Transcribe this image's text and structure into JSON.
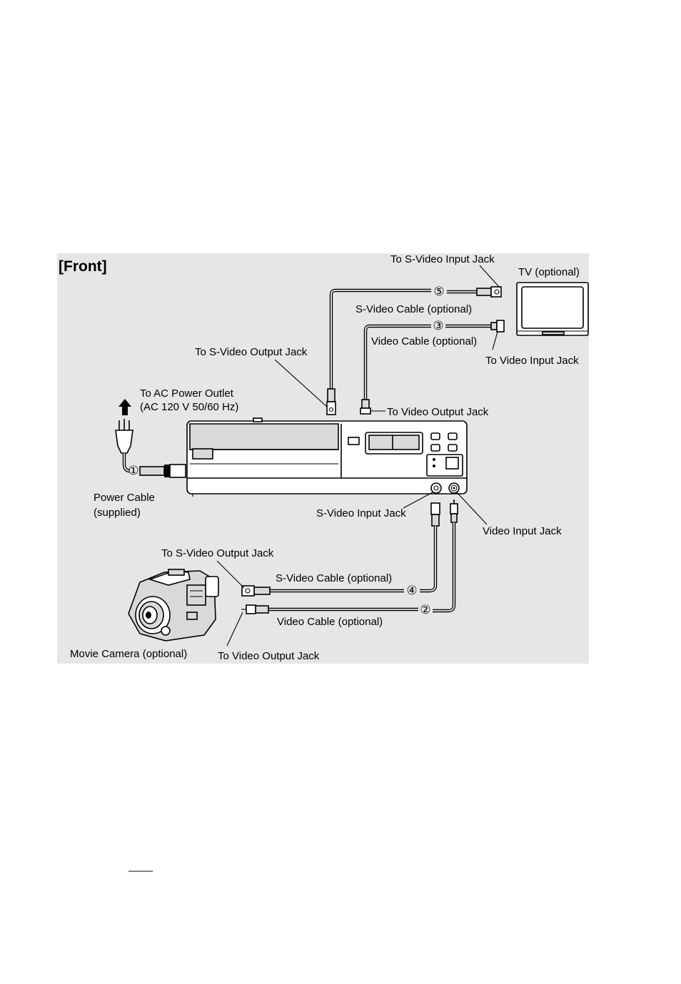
{
  "section_title": "[Front]",
  "labels": {
    "to_s_video_input_jack": "To S-Video Input Jack",
    "tv": "TV (optional)",
    "s_video_cable_top": "S-Video Cable (optional)",
    "video_cable_top": "Video Cable (optional)",
    "to_video_input_jack": "To Video Input Jack",
    "to_s_video_output_jack_top": "To S-Video Output Jack",
    "to_ac_power_outlet": "To AC Power Outlet",
    "ac_rating": "(AC 120 V 50/60 Hz)",
    "to_video_output_jack_top": "To Video Output Jack",
    "power_cable": "Power Cable",
    "supplied": "(supplied)",
    "s_video_input_jack": "S-Video Input Jack",
    "video_input_jack": "Video Input Jack",
    "to_s_video_output_jack_bottom": "To S-Video Output Jack",
    "s_video_cable_bottom": "S-Video Cable (optional)",
    "video_cable_bottom": "Video Cable (optional)",
    "movie_camera": "Movie Camera (optional)",
    "to_video_output_jack_bottom": "To Video Output Jack"
  },
  "callouts": [
    "①",
    "②",
    "③",
    "④",
    "⑤"
  ]
}
